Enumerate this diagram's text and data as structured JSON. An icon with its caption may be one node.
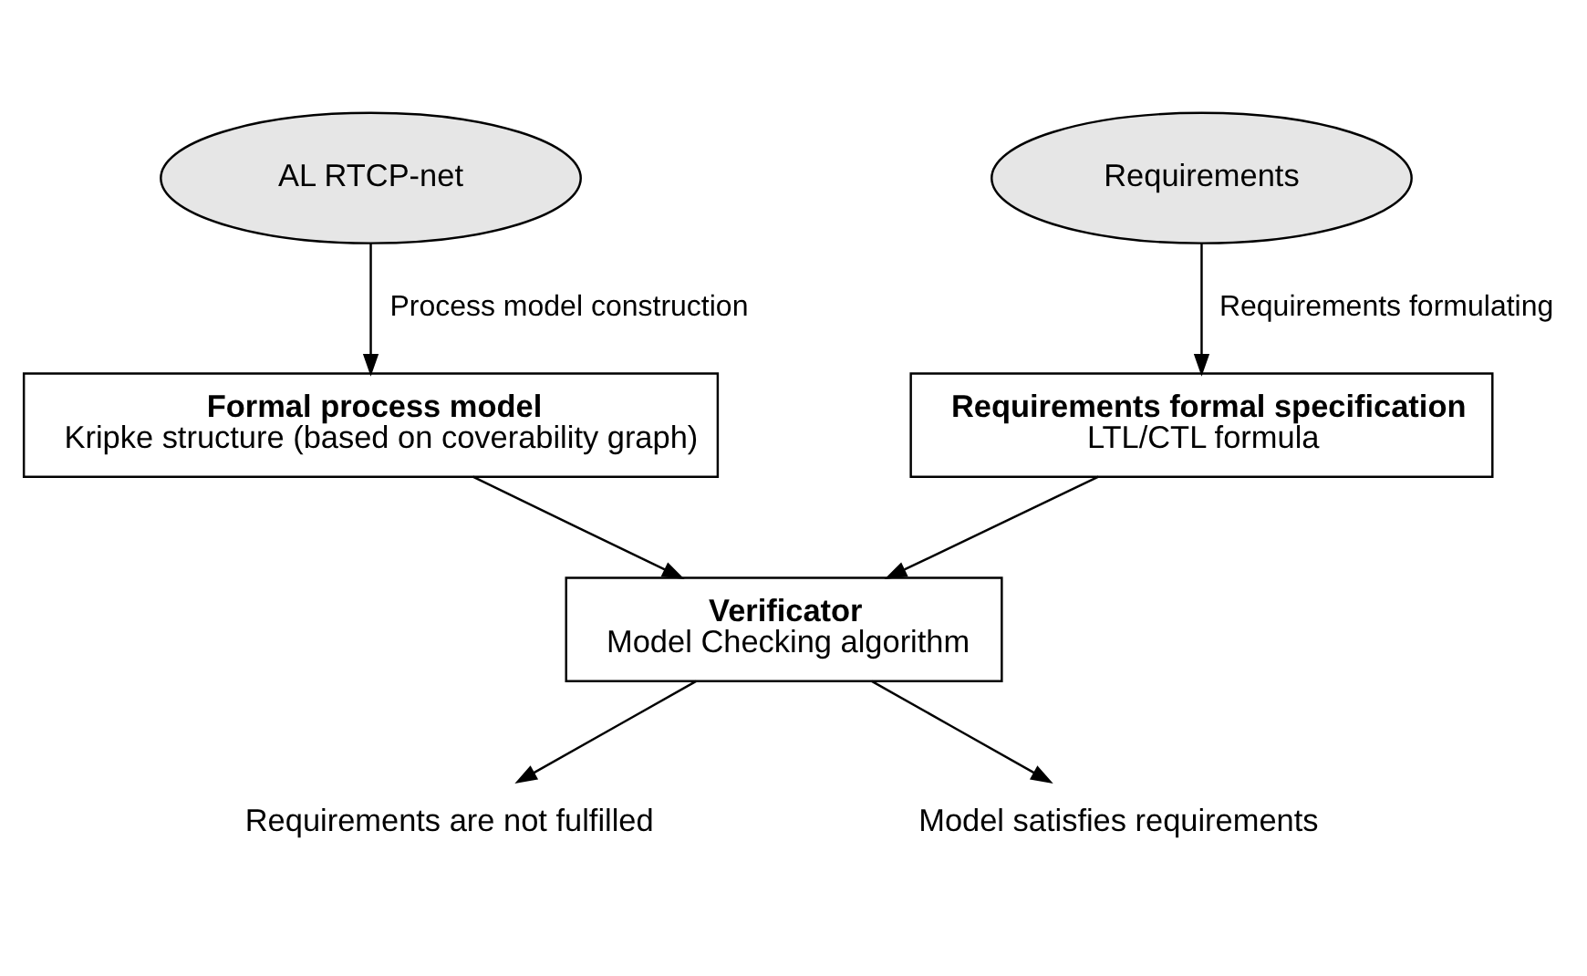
{
  "diagram": {
    "nodes": [
      {
        "text": [
          "AL RTCP-net"
        ]
      },
      {
        "text": [
          "Requirements"
        ]
      },
      {
        "text": [
          "Formal process model",
          "Kripke structure (based on coverability graph)"
        ]
      },
      {
        "text": [
          "Requirements formal specification",
          "LTL/CTL formula"
        ]
      },
      {
        "text": [
          "Verificator",
          "Model Checking algorithm"
        ]
      },
      {
        "text": [
          "Requirements are not fulfilled"
        ]
      },
      {
        "text": [
          "Model satisfies requirements"
        ]
      }
    ],
    "edges": [
      {
        "from": 0,
        "to": 2,
        "arrow": "to",
        "label": "Process model construction"
      },
      {
        "from": 1,
        "to": 3,
        "arrow": "to",
        "label": "Requirements formulating"
      },
      {
        "from": 2,
        "to": 4,
        "arrow": "to"
      },
      {
        "from": 3,
        "to": 4,
        "arrow": "to"
      },
      {
        "from": 4,
        "to": 5,
        "arrow": "to"
      },
      {
        "from": 4,
        "to": 6,
        "arrow": "to"
      }
    ]
  }
}
